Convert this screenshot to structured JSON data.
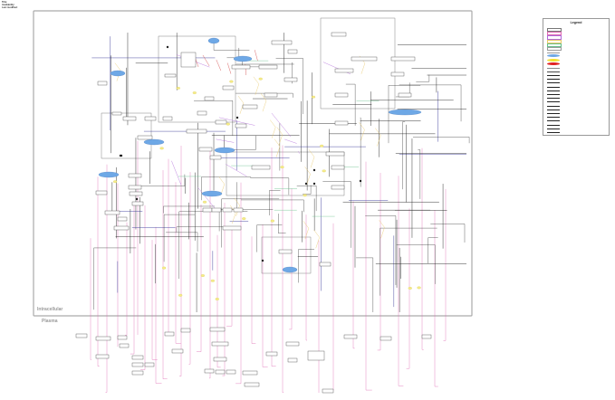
{
  "meta": {
    "title_key": "Title",
    "title_val": "",
    "availability_key": "Availability",
    "availability_val": "",
    "last_modified_key": "Last modified",
    "last_modified_val": ""
  },
  "compartments": {
    "intracellular": "Intracellular",
    "plasma": "Plasma"
  },
  "legend": {
    "title": "Legend",
    "rows": [
      {
        "label": "",
        "kind": "box",
        "color": "#777777"
      },
      {
        "label": "",
        "kind": "box",
        "color": "#e06ab4"
      },
      {
        "label": "",
        "kind": "box",
        "color": "#b06ad8"
      },
      {
        "label": "",
        "kind": "box",
        "color": "#e8c86a"
      },
      {
        "label": "",
        "kind": "box",
        "color": "#66c08a"
      },
      {
        "label": "",
        "kind": "box",
        "color": "#9a9a9a"
      },
      {
        "label": "",
        "kind": "line",
        "color": "#999999"
      },
      {
        "label": "",
        "kind": "ellipse",
        "color": "#6ea8e6"
      },
      {
        "label": "",
        "kind": "ellipse",
        "color": "#f2e030"
      },
      {
        "label": "",
        "kind": "ellipse",
        "color": "#e02020"
      },
      {
        "label": "",
        "kind": "line",
        "color": "#888888"
      },
      {
        "label": "",
        "kind": "line",
        "color": "#4a4a4a"
      },
      {
        "label": "",
        "kind": "arrow",
        "color": "#222222"
      },
      {
        "label": "",
        "kind": "arrow",
        "color": "#222222"
      },
      {
        "label": "",
        "kind": "arrow",
        "color": "#222222"
      },
      {
        "label": "",
        "kind": "arrow",
        "color": "#222222"
      },
      {
        "label": "",
        "kind": "arrow",
        "color": "#222222"
      },
      {
        "label": "",
        "kind": "arrow",
        "color": "#222222"
      },
      {
        "label": "",
        "kind": "arrow",
        "color": "#222222"
      },
      {
        "label": "",
        "kind": "arrow",
        "color": "#222222"
      },
      {
        "label": "",
        "kind": "arrow",
        "color": "#222222"
      },
      {
        "label": "",
        "kind": "arrow",
        "color": "#222222"
      },
      {
        "label": "",
        "kind": "arrow",
        "color": "#222222"
      },
      {
        "label": "",
        "kind": "arrow",
        "color": "#222222"
      },
      {
        "label": "",
        "kind": "arrow",
        "color": "#222222"
      },
      {
        "label": "",
        "kind": "arrow",
        "color": "#222222"
      },
      {
        "label": "",
        "kind": "arrow",
        "color": "#222222"
      },
      {
        "label": "",
        "kind": "arrow",
        "color": "#222222"
      }
    ]
  },
  "colors": {
    "border": "#aaaaaa",
    "metabolite_box": "#444444",
    "plasma_link": "#e06ab4",
    "purple_link": "#b06ad8",
    "yellow_link": "#e8c86a",
    "green_link": "#66c08a",
    "blue_node": "#6ea8e6",
    "main_line": "#222222",
    "navy_line": "#3a3a9a",
    "red_link": "#d04040"
  }
}
